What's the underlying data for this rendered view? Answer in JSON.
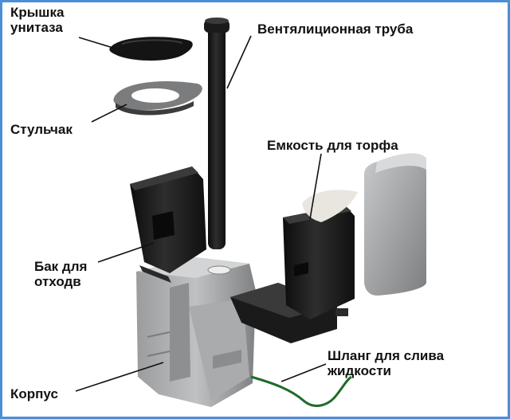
{
  "labels": {
    "lid_line1": "Крышка",
    "lid_line2": "унитаза",
    "vent_pipe": "Вентялиционная труба",
    "seat": "Стульчак",
    "peat_tank": "Емкость для торфа",
    "waste_tank_line1": "Бак для",
    "waste_tank_line2": "отходв",
    "drain_hose_line1": "Шланг для слива",
    "drain_hose_line2": "жидкости",
    "body": "Корпус"
  },
  "colors": {
    "border": "#4a8fd6",
    "dark_part": "#1e1e1e",
    "grey_part": "#8a8c8e",
    "light_grey": "#b4b6b8",
    "hose": "#1f6b2a",
    "peat_paper": "#e9e6df"
  }
}
